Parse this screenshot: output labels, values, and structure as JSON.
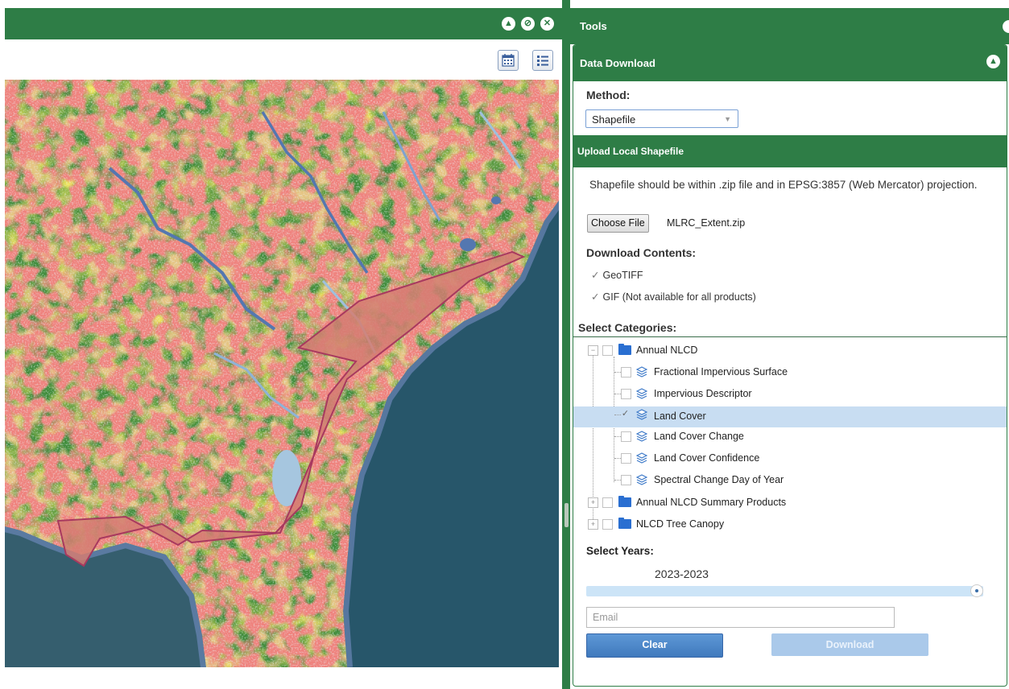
{
  "colors": {
    "primary_green": "#2e7d46",
    "accent_blue": "#4a85c8",
    "polygon_fill": "#d47c72",
    "polygon_stroke": "#a8395f"
  },
  "map": {
    "header_icons": [
      "chevron-up-icon",
      "minus-circle-icon",
      "close-circle-icon"
    ],
    "toolbar_icons": [
      "calendar-icon",
      "list-icon"
    ]
  },
  "tools": {
    "title": "Tools"
  },
  "data_download": {
    "title": "Data Download",
    "method_label": "Method:",
    "method_value": "Shapefile",
    "upload_section": {
      "title": "Upload Local Shapefile",
      "description": "Shapefile should be within .zip file and in EPSG:3857 (Web Mercator) projection.",
      "choose_file_label": "Choose File",
      "file_name": "MLRC_Extent.zip"
    },
    "download_contents_label": "Download Contents:",
    "contents": [
      {
        "label": "GeoTIFF",
        "checked": true
      },
      {
        "label": "GIF (Not available for all products)",
        "checked": true
      }
    ],
    "categories_label": "Select Categories:",
    "categories": [
      {
        "label": "Annual NLCD",
        "type": "folder",
        "expanded": true,
        "checked": false,
        "children": [
          {
            "label": "Fractional Impervious Surface",
            "checked": false
          },
          {
            "label": "Impervious Descriptor",
            "checked": false
          },
          {
            "label": "Land Cover",
            "checked": true,
            "selected": true
          },
          {
            "label": "Land Cover Change",
            "checked": false
          },
          {
            "label": "Land Cover Confidence",
            "checked": false
          },
          {
            "label": "Spectral Change Day of Year",
            "checked": false
          }
        ]
      },
      {
        "label": "Annual NLCD Summary Products",
        "type": "folder",
        "expanded": false,
        "checked": false
      },
      {
        "label": "NLCD Tree Canopy",
        "type": "folder",
        "expanded": false,
        "checked": false
      }
    ],
    "years_label": "Select Years:",
    "years_range": "2023-2023",
    "years_slider_value": 1.0,
    "email_placeholder": "Email",
    "clear_label": "Clear",
    "download_label": "Download"
  }
}
